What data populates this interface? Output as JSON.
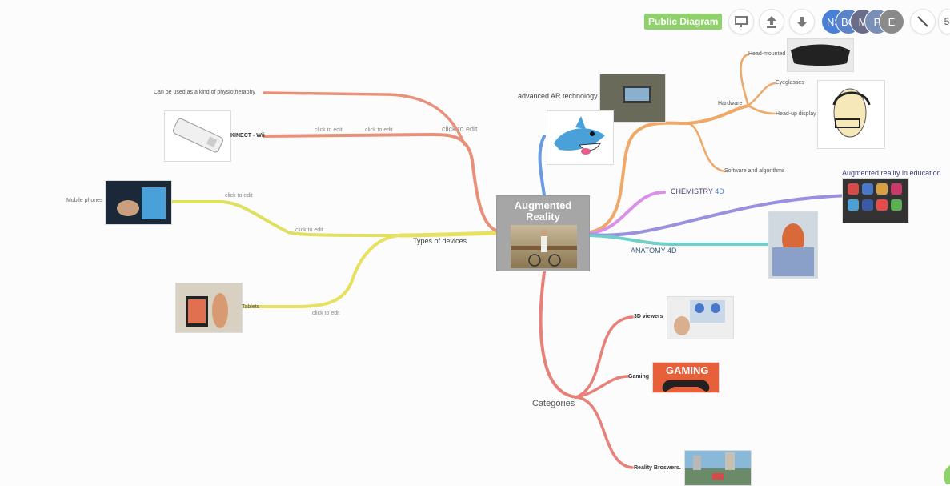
{
  "toolbar": {
    "public_label": "Public Diagram",
    "present_icon": "presentation-icon",
    "upload_icon": "upload-icon",
    "download_icon": "download-icon",
    "line_tool_icon": "line-tool-icon",
    "avatars": [
      {
        "initials": "NS",
        "color": "#4a7fd6"
      },
      {
        "initials": "BC",
        "color": "#5a83c9"
      },
      {
        "initials": "M",
        "color": "#6b6b8a"
      },
      {
        "initials": "P",
        "color": "#7a8fb5"
      },
      {
        "initials": "E",
        "color": "#8a8a8a"
      }
    ]
  },
  "central_topic": {
    "title": "Augmented Reality",
    "image": "girl-on-bicycle-photo"
  },
  "branches": {
    "types_of_devices": {
      "label": "Types of devices",
      "color": "#e8e060",
      "click_to_edit": [
        "click to edit",
        "click to edit",
        "click to edit"
      ],
      "mobile_phones": "Mobile phones",
      "tablets": "Tablets"
    },
    "kinect": {
      "click_to_edit": [
        "click to edit",
        "click to edit",
        "click to edit"
      ],
      "kinect_label": "KINECT - Wii",
      "physio": "Can be used as a kind of physiotheraphy",
      "color": "#e8907a"
    },
    "advanced": {
      "label": "advanced AR technology",
      "color": "#6a9ae0"
    },
    "hardware": {
      "label": "Hardware",
      "head_mounted": "Head-mounted",
      "eyeglasses": "Eyeglasses",
      "headup": "Head-up display",
      "software": "Software and algorithms",
      "color": "#f0a868"
    },
    "chemistry": {
      "label": "CHEMISTRY",
      "suffix": "4D",
      "color": "#d890e8"
    },
    "education": {
      "label": "Augmented reality in education",
      "color": "#9a90e0"
    },
    "anatomy": {
      "label": "ANATOMY 4D",
      "color": "#6ed0c8"
    },
    "categories": {
      "label": "Categories",
      "viewers": "3D viewers",
      "gaming": "Gaming",
      "browsers": "Reality Broswers.",
      "gaming_banner": "GAMING",
      "color": "#e8807a"
    }
  }
}
